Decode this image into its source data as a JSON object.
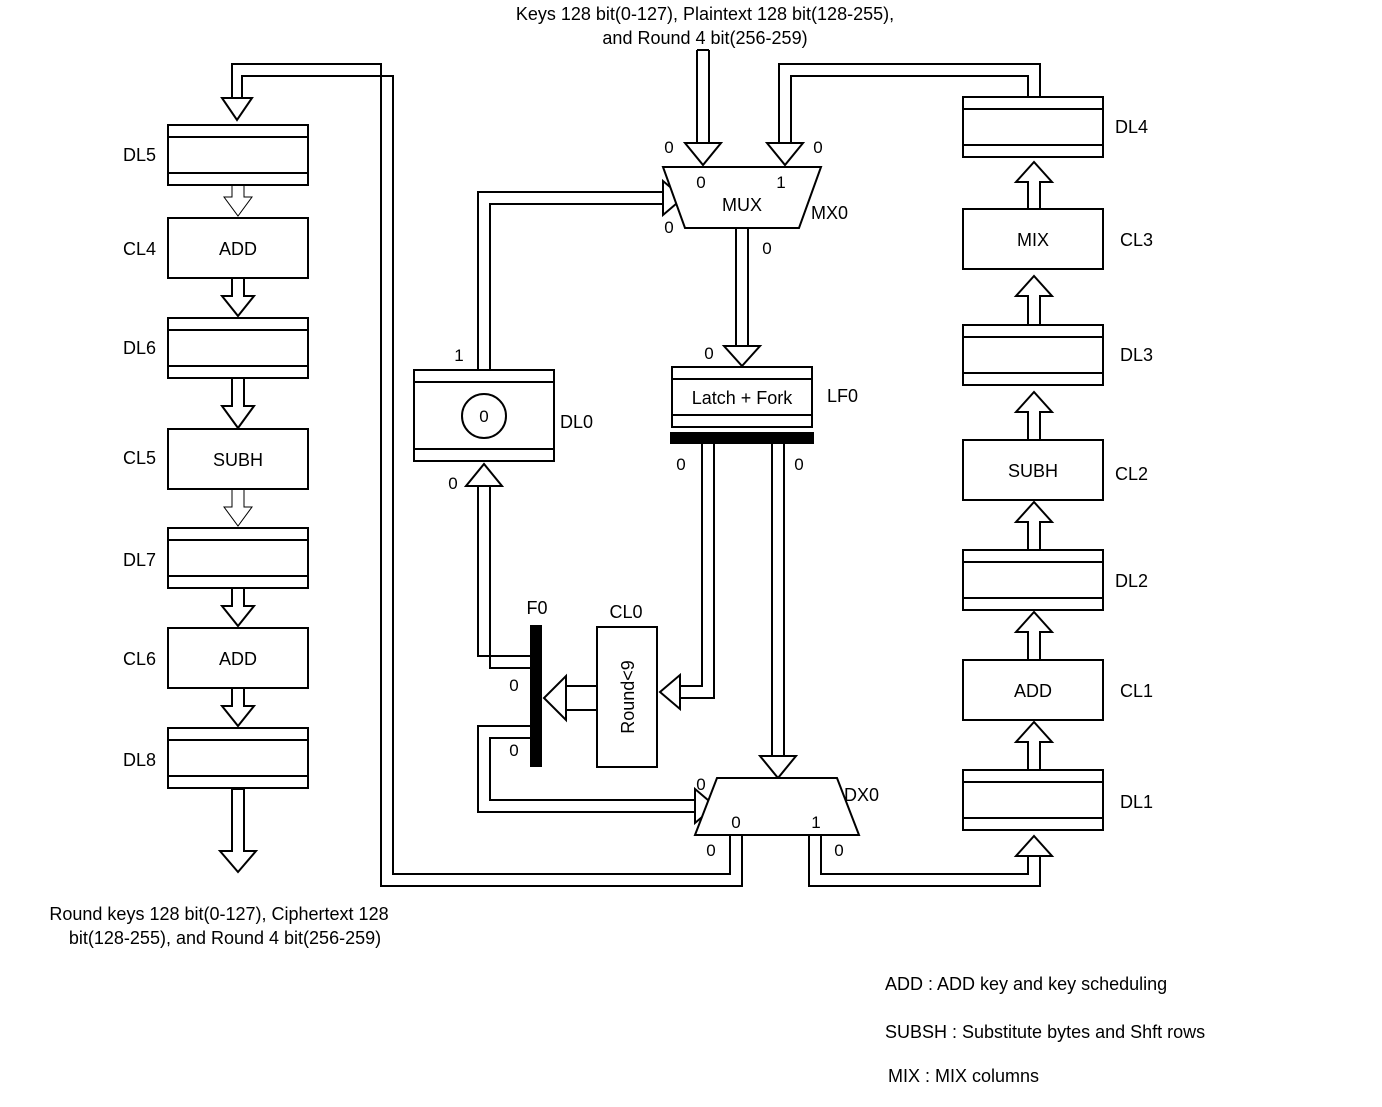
{
  "title_top": [
    "Keys 128 bit(0-127), Plaintext 128 bit(128-255),",
    "and Round 4 bit(256-259)"
  ],
  "title_bottom": [
    "Round keys 128 bit(0-127), Ciphertext 128",
    "bit(128-255), and Round 4 bit(256-259)"
  ],
  "left_column": {
    "DL5": "DL5",
    "CL4": "CL4",
    "CL4_text": "ADD",
    "DL6": "DL6",
    "CL5": "CL5",
    "CL5_text": "SUBH",
    "DL7": "DL7",
    "CL6": "CL6",
    "CL6_text": "ADD",
    "DL8": "DL8"
  },
  "right_column": {
    "DL4": "DL4",
    "CL3": "CL3",
    "CL3_text": "MIX",
    "DL3": "DL3",
    "CL2": "CL2",
    "CL2_text": "SUBH",
    "DL2": "DL2",
    "CL1": "CL1",
    "CL1_text": "ADD",
    "DL1": "DL1"
  },
  "center": {
    "mux_text": "MUX",
    "mux_name": "MX0",
    "mux_in0": "0",
    "mux_in1": "1",
    "mux_top_left": "0",
    "mux_top_right": "0",
    "mux_left": "0",
    "mux_out": "0",
    "lf_text": "Latch + Fork",
    "lf_name": "LF0",
    "lf_in": "0",
    "lf_out_left": "0",
    "lf_out_right": "0",
    "dl0_name": "DL0",
    "dl0_token": "0",
    "dl0_top": "1",
    "dl0_bottom": "0",
    "f0_name": "F0",
    "f0_left_top": "0",
    "f0_left_bottom": "0",
    "cl0_name": "CL0",
    "cl0_text": "Round<9",
    "dx_name": "DX0",
    "dx_out0": "0",
    "dx_out1": "1",
    "dx_in": "0",
    "dx_bottom_left": "0",
    "dx_bottom_right": "0"
  },
  "legend": [
    "ADD : ADD key and key scheduling",
    "SUBSH : Substitute bytes and Shft rows",
    "MIX : MIX columns"
  ]
}
